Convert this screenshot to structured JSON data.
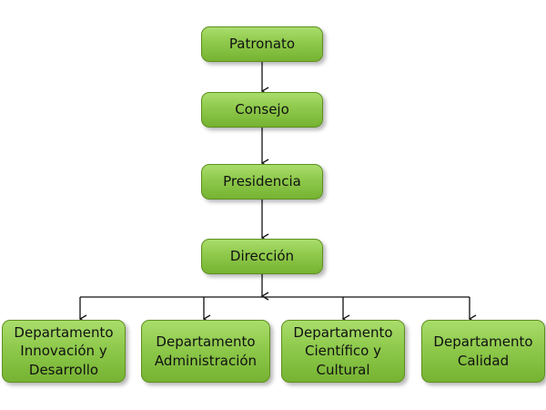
{
  "org_chart": {
    "top": [
      {
        "id": "patronato",
        "label": "Patronato"
      },
      {
        "id": "consejo",
        "label": "Consejo"
      },
      {
        "id": "presidencia",
        "label": "Presidencia"
      },
      {
        "id": "direccion",
        "label": "Dirección"
      }
    ],
    "departments": [
      {
        "id": "dept-1",
        "label": "Departamento Innovación y Desarrollo"
      },
      {
        "id": "dept-2",
        "label": "Departamento Administración"
      },
      {
        "id": "dept-3",
        "label": "Departamento Científico y Cultural"
      },
      {
        "id": "dept-4",
        "label": "Departamento Calidad"
      }
    ]
  },
  "colors": {
    "box_fill_top": "#a9dd6c",
    "box_fill_bottom": "#76b332",
    "box_border": "#5f8f1f",
    "connector": "#111111"
  }
}
